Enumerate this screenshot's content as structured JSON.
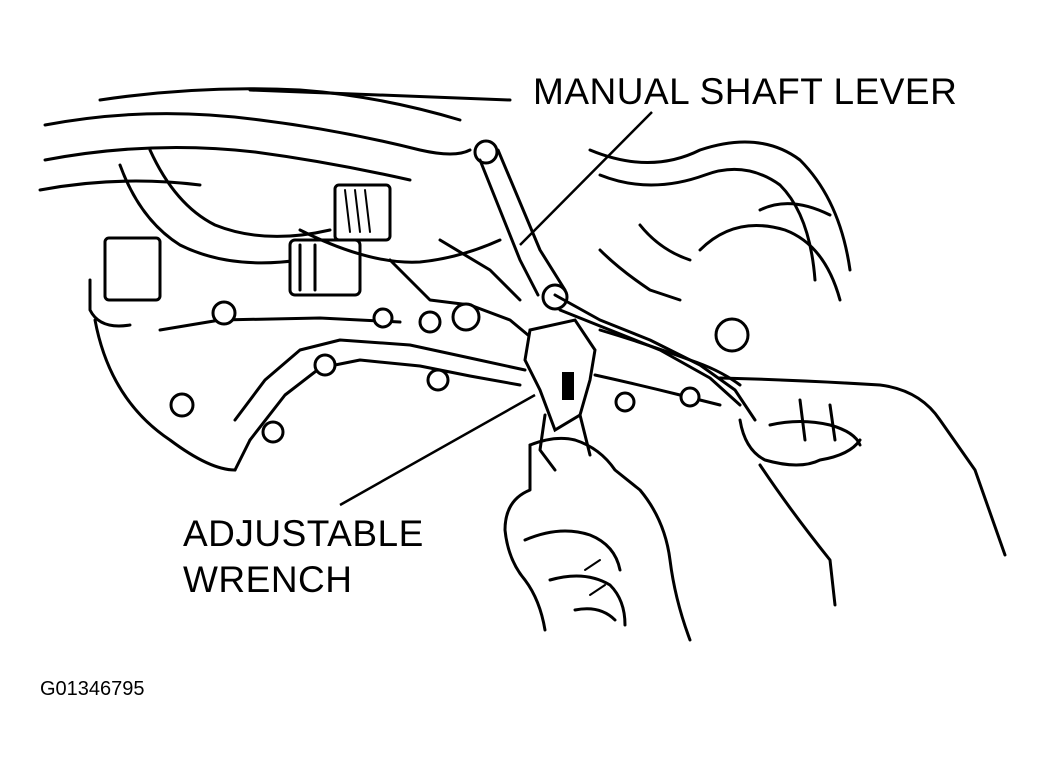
{
  "labels": {
    "manual_shaft_lever": "MANUAL SHAFT LEVER",
    "adjustable": "ADJUSTABLE",
    "wrench": "WRENCH"
  },
  "figure_id": "G01346795"
}
